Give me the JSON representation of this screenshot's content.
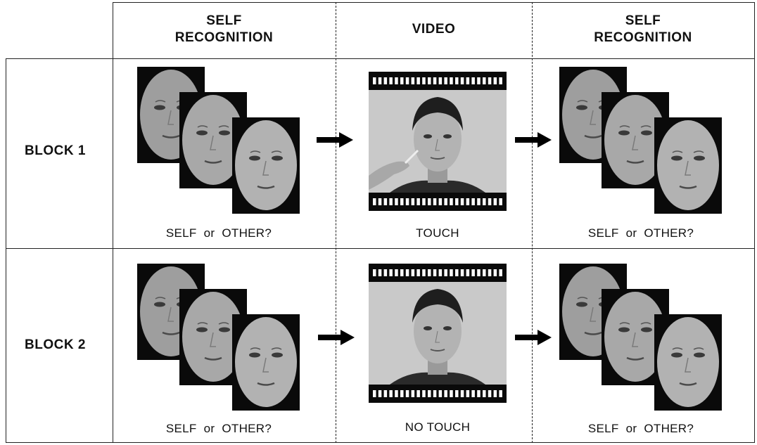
{
  "headers": {
    "col1": [
      "SELF",
      "RECOGNITION"
    ],
    "col2": [
      "VIDEO"
    ],
    "col3": [
      "SELF",
      "RECOGNITION"
    ]
  },
  "rows": [
    {
      "label": "BLOCK 1",
      "left_caption": "SELF  or  OTHER?",
      "video_caption": "TOUCH",
      "right_caption": "SELF  or  OTHER?"
    },
    {
      "label": "BLOCK 2",
      "left_caption": "SELF  or  OTHER?",
      "video_caption": "NO TOUCH",
      "right_caption": "SELF  or  OTHER?"
    }
  ]
}
